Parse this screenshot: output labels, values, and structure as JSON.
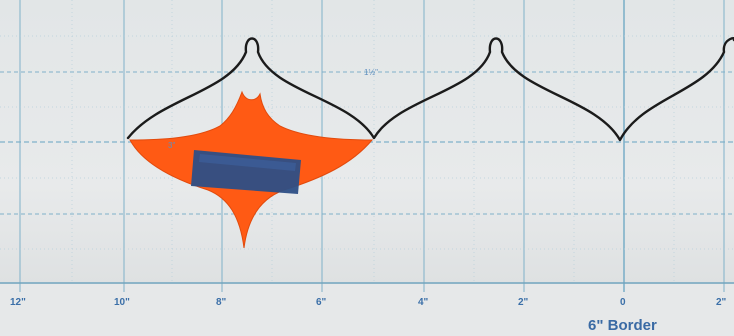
{
  "ruler": {
    "ticks": [
      "12\"",
      "10\"",
      "8\"",
      "6\"",
      "4\"",
      "2\"",
      "0",
      "2\""
    ]
  },
  "annotations": {
    "height_label": "1½\"",
    "width_label": "3\""
  },
  "caption": "6\" Border",
  "colors": {
    "template_fill": "#ff5a14",
    "tape": "#2d4f86",
    "grid_line": "#7fb1c9",
    "outline": "#1b1b1b",
    "label": "#3b6fa8"
  }
}
